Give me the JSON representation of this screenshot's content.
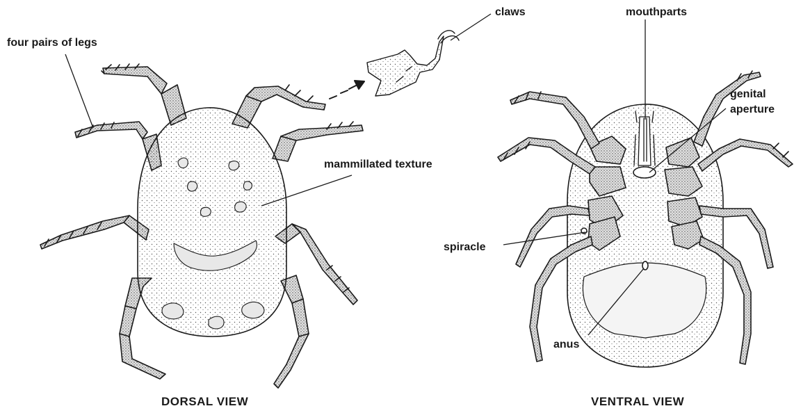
{
  "labels": {
    "four_pairs_of_legs": "four pairs of legs",
    "claws": "claws",
    "mouthparts": "mouthparts",
    "genital_aperture": [
      "genital",
      "aperture"
    ],
    "mammillated_texture": "mammillated texture",
    "spiracle": "spiracle",
    "anus": "anus"
  },
  "captions": {
    "dorsal": "DORSAL VIEW",
    "ventral": "VENTRAL VIEW"
  },
  "colors": {
    "ink": "#1a1a1a",
    "shade": "#d8d8d8",
    "paper": "#ffffff"
  }
}
